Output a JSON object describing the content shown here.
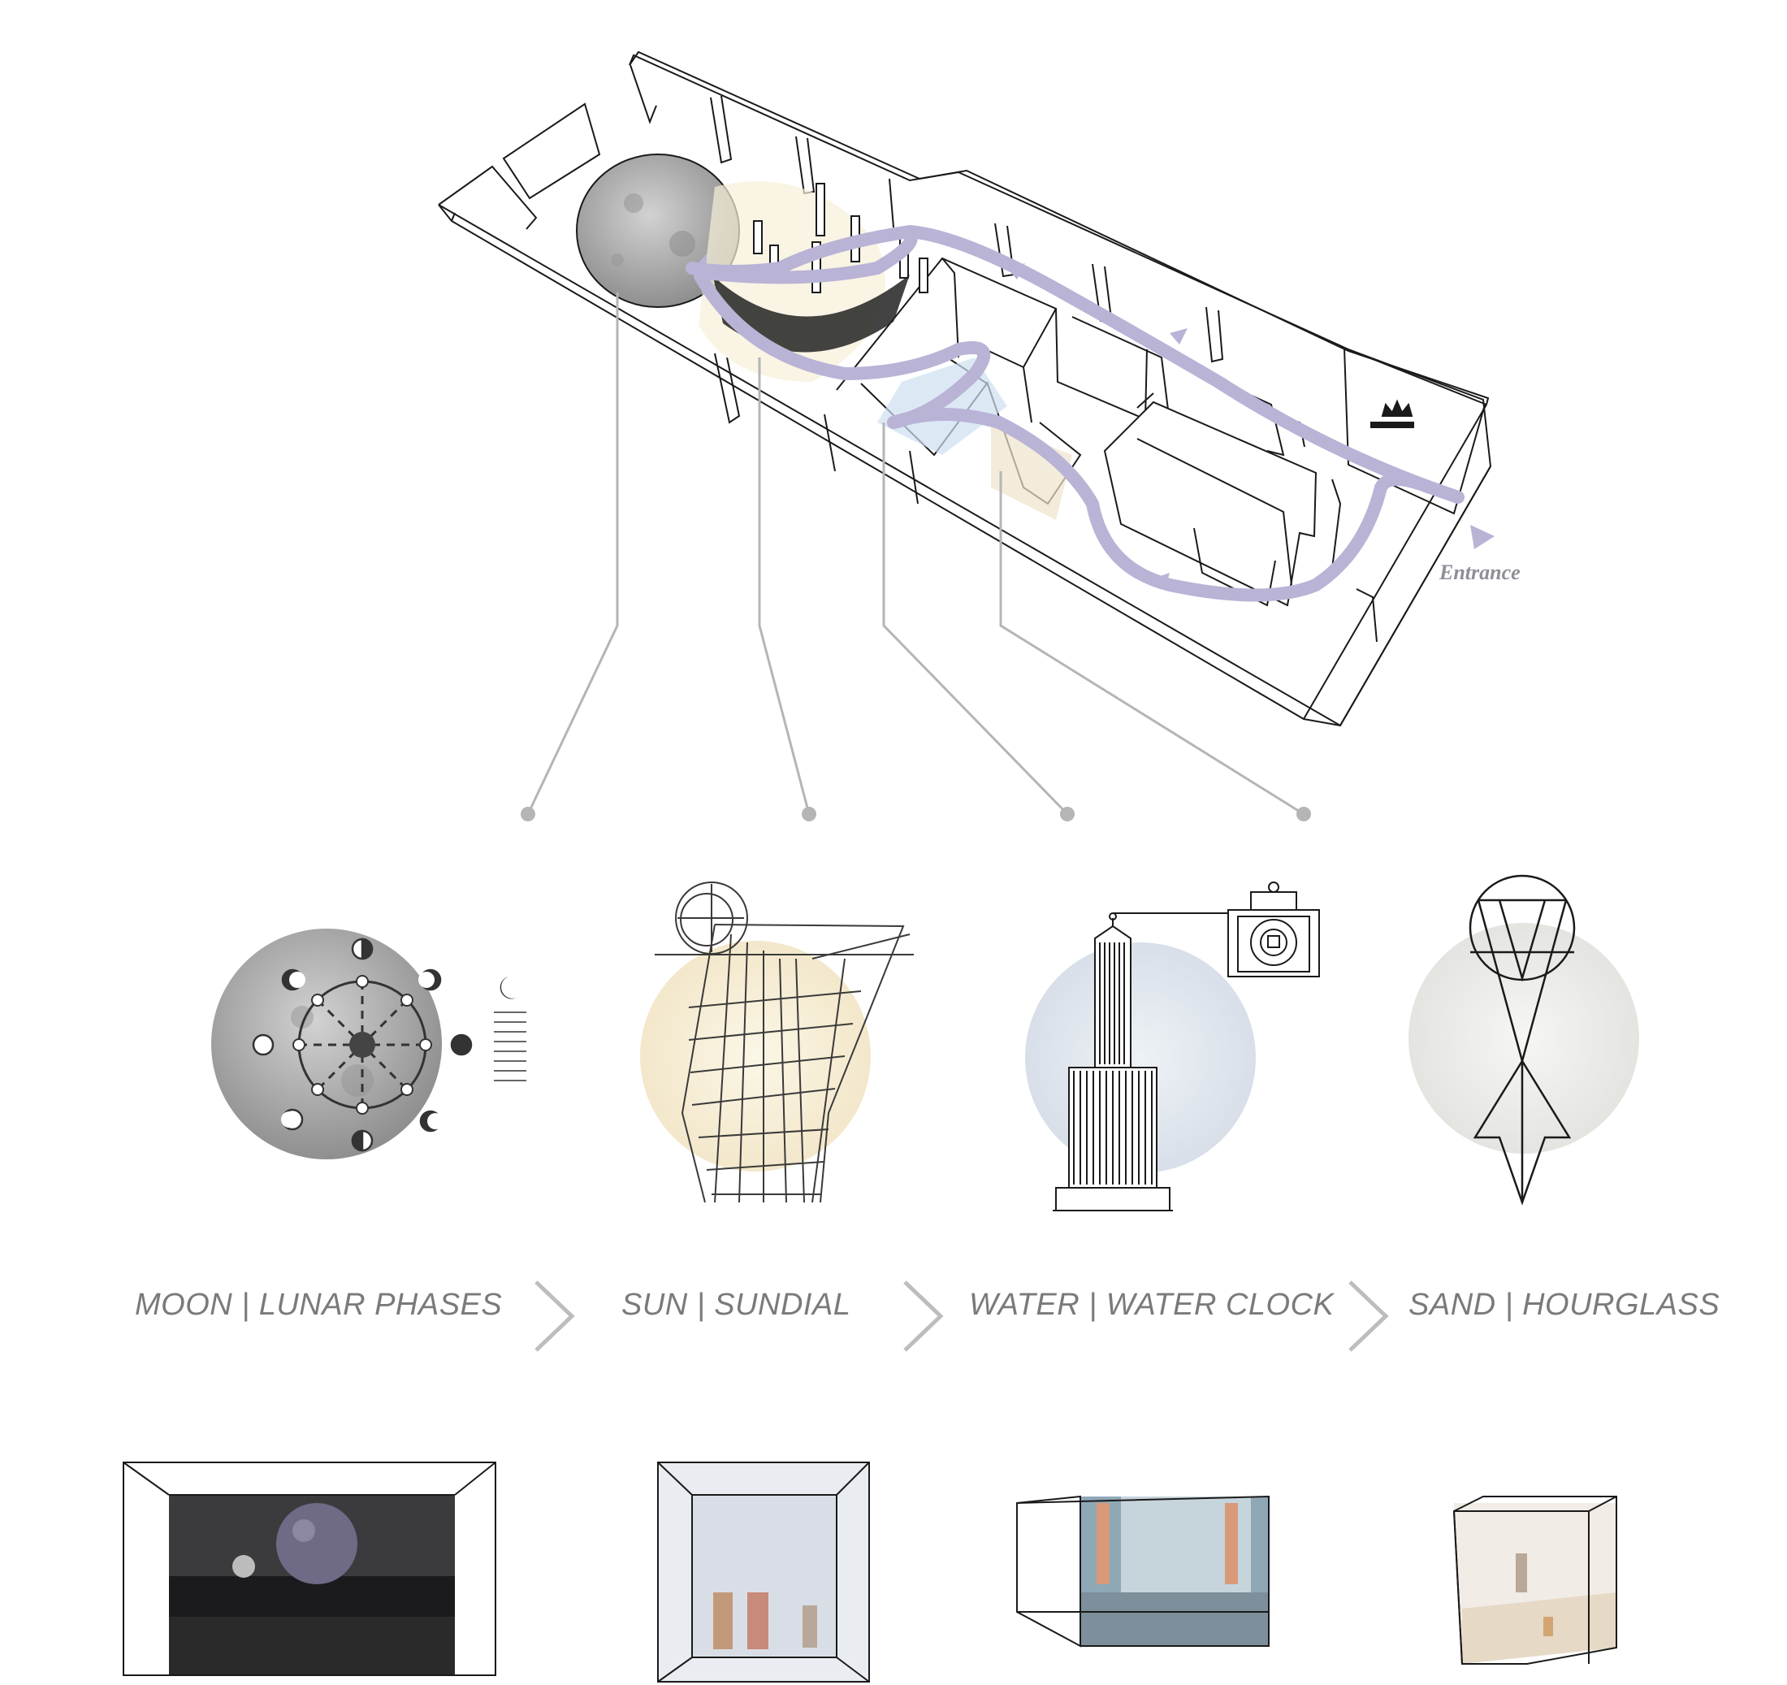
{
  "plan": {
    "entrance_label": "Entrance",
    "path_color": "#b9b3d6"
  },
  "themes": [
    {
      "id": "moon",
      "label": "MOON | LUNAR PHASES"
    },
    {
      "id": "sun",
      "label": "SUN | SUNDIAL"
    },
    {
      "id": "water",
      "label": "WATER | WATER CLOCK"
    },
    {
      "id": "sand",
      "label": "SAND | HOURGLASS"
    }
  ],
  "icons": {
    "moon": "moon-phases-icon",
    "sun": "sundial-icon",
    "water": "water-clock-icon",
    "sand": "hourglass-icon",
    "next": "chevron-right-icon",
    "logo": "crown-logo-icon"
  },
  "colors": {
    "line": "#1a1a1a",
    "leader": "#b5b5b5",
    "label": "#7a7a7a",
    "moon_fill": "#a9a9a9",
    "sun_tint": "#f6eed8",
    "water_tint": "#dfe6ee",
    "sand_tint": "#ececec"
  }
}
